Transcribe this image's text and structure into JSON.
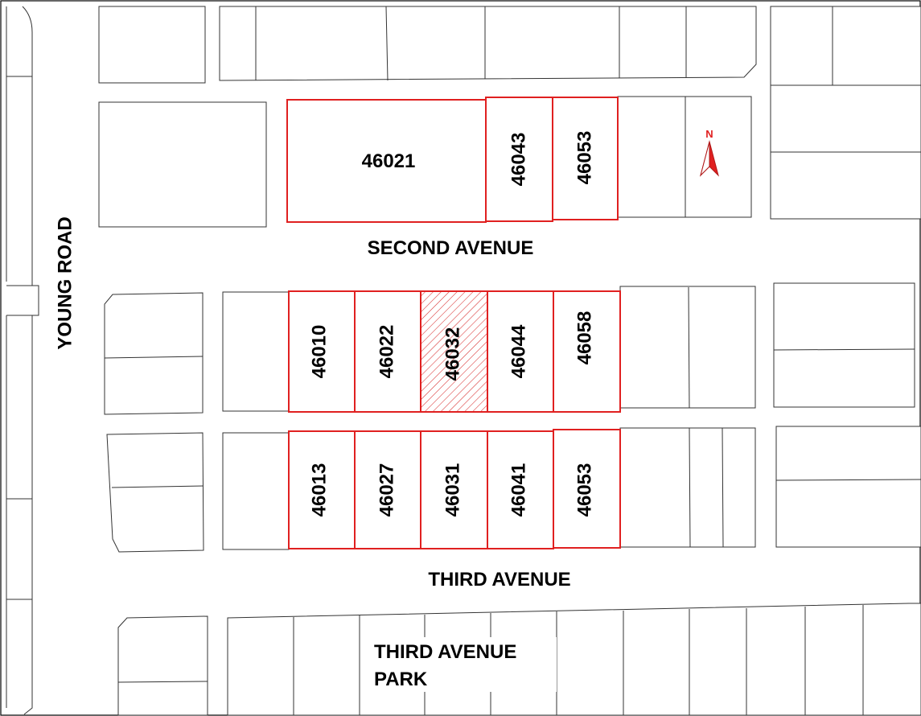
{
  "colors": {
    "highlight_border": "#e02020",
    "subject_hatch": "#d83030",
    "lot_line": "#333333",
    "background": "#ffffff"
  },
  "streets": {
    "young_road": "YOUNG ROAD",
    "second_avenue": "SECOND AVENUE",
    "third_avenue": "THIRD AVENUE"
  },
  "park": {
    "line1": "THIRD AVENUE",
    "line2": "PARK"
  },
  "north_arrow": {
    "label": "N",
    "icon": "north-arrow-icon"
  },
  "parcels": {
    "row1": [
      "46021",
      "46043",
      "46053"
    ],
    "row2": [
      "46010",
      "46022",
      "46032",
      "46044",
      "46058"
    ],
    "row3": [
      "46013",
      "46027",
      "46031",
      "46041",
      "46053"
    ]
  },
  "subject_parcel": "46032"
}
